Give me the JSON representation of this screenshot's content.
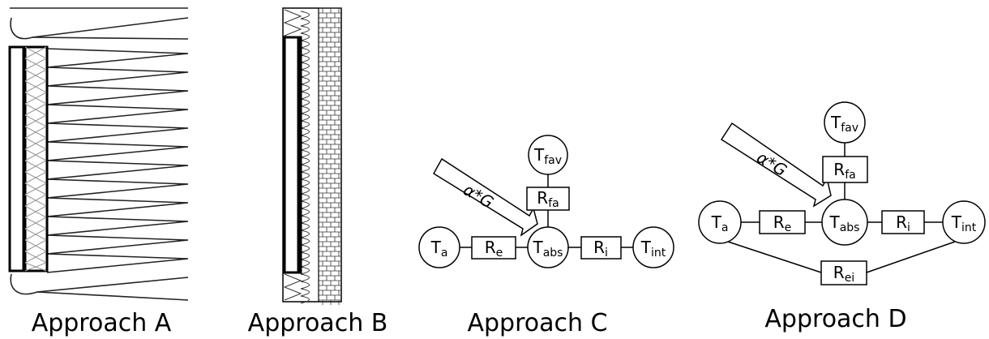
{
  "captions": {
    "a": "Approach A",
    "b": "Approach B",
    "c": "Approach C",
    "d": "Approach D"
  },
  "nodes": {
    "t_a": {
      "main": "T",
      "sub": "a"
    },
    "t_abs": {
      "main": "T",
      "sub": "abs"
    },
    "t_int": {
      "main": "T",
      "sub": "int"
    },
    "t_fav": {
      "main": "T",
      "sub": "fav"
    },
    "r_e": {
      "main": "R",
      "sub": "e"
    },
    "r_i": {
      "main": "R",
      "sub": "i"
    },
    "r_fa": {
      "main": "R",
      "sub": "fa"
    },
    "r_ei": {
      "main": "R",
      "sub": "ei"
    }
  },
  "solar_gain_label": "α*G"
}
